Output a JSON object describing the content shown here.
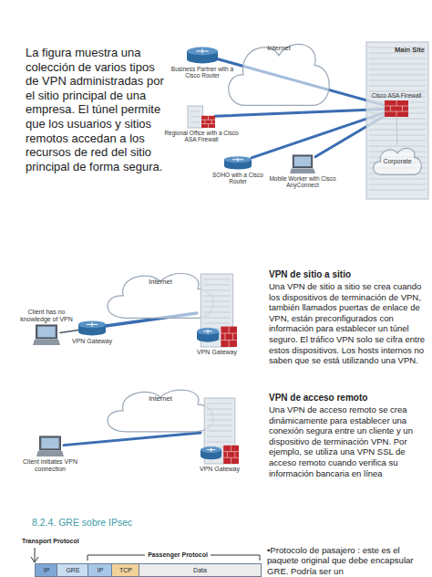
{
  "diagram": {
    "nodes": [
      {
        "text": [
          "Business Partner with a Cisco Router"
        ]
      },
      {
        "text": [
          "Internet"
        ]
      },
      {
        "text": [
          "Main Site"
        ]
      },
      {
        "text": [
          "Cisco ASA Firewall"
        ],
        "in": 2
      },
      {
        "text": [
          "Corporate"
        ],
        "in": 2
      },
      {
        "text": [
          "Regional Office with a Cisco ASA Firewall"
        ]
      },
      {
        "text": [
          "SOHO with a Cisco Router"
        ]
      },
      {
        "text": [
          "Mobile Worker with Cisco AnyConnect"
        ]
      },
      {
        "text": [
          "Client has no knowledge of VPN"
        ]
      },
      {
        "text": [
          "Internet"
        ]
      },
      {
        "text": [
          "VPN Gateway"
        ]
      },
      {
        "text": [
          "VPN Gateway"
        ]
      },
      {
        "text": [
          "Client initiates VPN connection"
        ]
      },
      {
        "text": [
          "Internet"
        ]
      },
      {
        "text": [
          "VPN Gateway"
        ]
      },
      {
        "text": [
          "IP"
        ]
      },
      {
        "text": [
          "GRE"
        ]
      },
      {
        "text": [
          "IP"
        ]
      },
      {
        "text": [
          "TCP"
        ]
      },
      {
        "text": [
          "Data"
        ]
      }
    ],
    "edges": [
      {
        "from": 0,
        "to": 3,
        "arrow": "none"
      },
      {
        "from": 5,
        "to": 3,
        "arrow": "none"
      },
      {
        "from": 6,
        "to": 3,
        "arrow": "none"
      },
      {
        "from": 7,
        "to": 3,
        "arrow": "none"
      },
      {
        "from": 3,
        "to": 4,
        "arrow": "none"
      },
      {
        "from": 8,
        "to": 10,
        "arrow": "none"
      },
      {
        "from": 10,
        "to": 11,
        "arrow": "none"
      },
      {
        "from": 12,
        "to": 14,
        "arrow": "none"
      }
    ],
    "labels": [
      "La figura muestra una colección de varios tipos de VPN administradas por el sitio principal de una empresa. El túnel permite que los usuarios y sitios remotos accedan a los recursos de red del sitio principal de forma segura.",
      "VPN de sitio a sitio",
      "Una VPN de sitio a sitio se crea cuando los dispositivos de terminación de VPN, también llamados puertas de enlace de VPN, están preconfigurados con información para establecer un túnel seguro. El tráfico VPN solo se cifra entre estos dispositivos. Los hosts internos no saben que se está utilizando una VPN.",
      "VPN de acceso remoto",
      "Una VPN de acceso remoto se crea dinámicamente para establecer una conexión segura entre un cliente y un dispositivo de terminación VPN. Por ejemplo, se utiliza una VPN SSL de acceso remoto cuando verifica su información bancaria en línea",
      "8.2.4. GRE sobre IPsec",
      "Transport Protocol",
      "Passenger Protocol",
      "•Protocolo de pasajero : este es el paquete original que debe encapsular GRE. Podría ser un"
    ]
  }
}
